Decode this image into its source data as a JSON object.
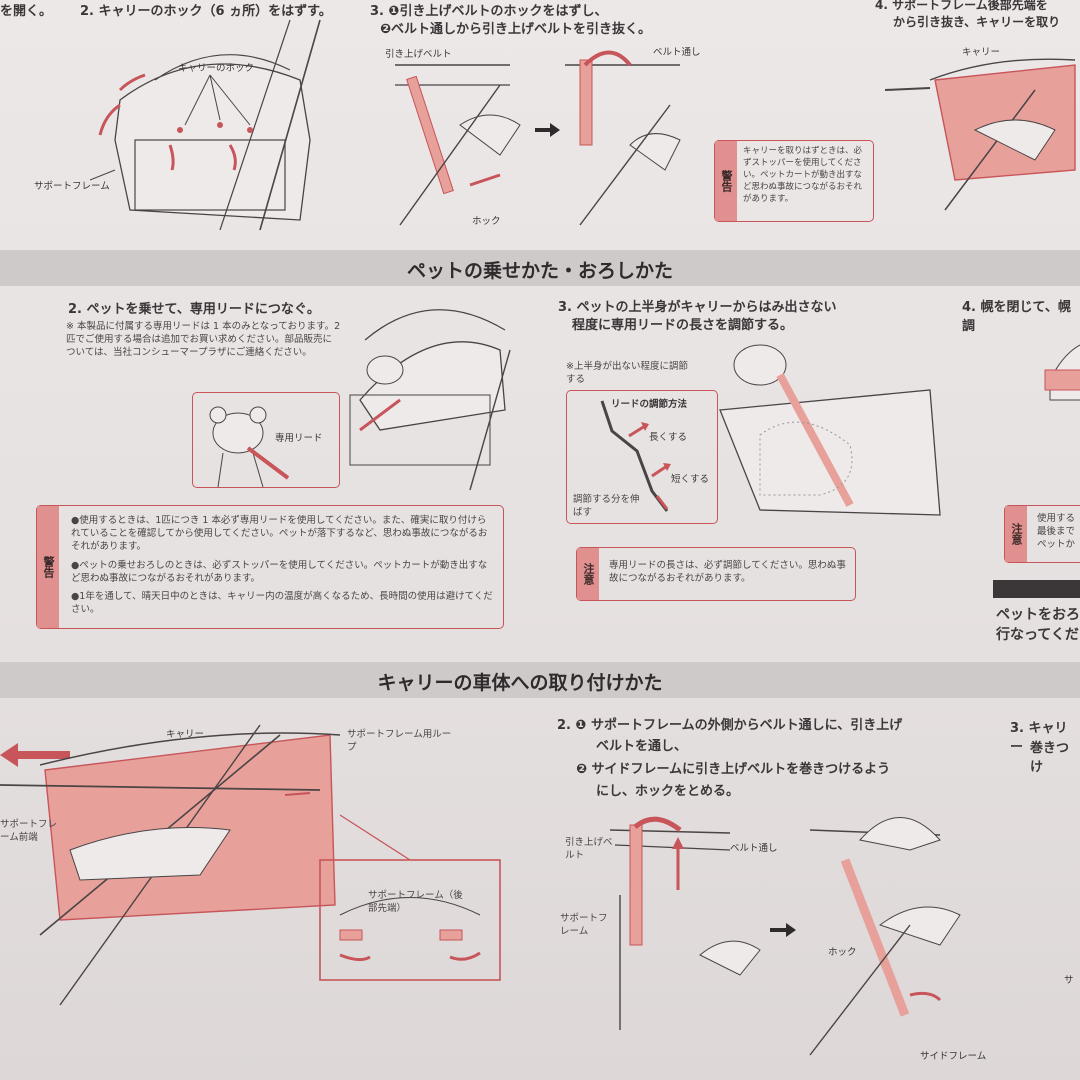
{
  "top": {
    "frag_left": "を開く。",
    "step2": "2. キャリーのホック（6 ヵ所）をはずす。",
    "step2_label_hooks": "キャリーのホック",
    "step2_label_frame": "サポートフレーム",
    "step3_line1": "3. ❶引き上げベルトのホックをはずし、",
    "step3_line2": "❷ベルト通しから引き上げベルトを引き抜く。",
    "step3_label_belt": "引き上げベルト",
    "step3_label_loop": "ベルト通し",
    "step3_label_hook": "ホック",
    "warning_tag": "警告",
    "warning_text": "キャリーを取りはずときは、必ずストッパーを使用してください。ペットカートが動き出すなど思わぬ事故につながるおそれがあります。",
    "step4_line1": "4. サポートフレーム後部先端を",
    "step4_line2": "から引き抜き、キャリーを取り",
    "step4_label_carrier": "キャリー"
  },
  "section1": {
    "title": "ペットの乗せかた・おろしかた",
    "step2": "2. ペットを乗せて、専用リードにつなぐ。",
    "note": "※ 本製品に付属する専用リードは 1 本のみとなっております。2匹でご使用する場合は追加でお買い求めください。部品販売については、当社コンシューマープラザにご連絡ください。",
    "label_lead": "専用リード",
    "warning_tag": "警告",
    "warnings": [
      "●使用するときは、1匹につき 1 本必ず専用リードを使用してください。また、確実に取り付けられていることを確認してから使用してください。ペットが落下するなど、思わぬ事故につながるおそれがあります。",
      "●ペットの乗せおろしのときは、必ずストッパーを使用してください。ペットカートが動き出すなど思わぬ事故につながるおそれがあります。",
      "●1年を通して、晴天日中のときは、キャリー内の温度が高くなるため、長時間の使用は避けてください。"
    ],
    "step3_line1": "3. ペットの上半身がキャリーからはみ出さない",
    "step3_line2": "程度に専用リードの長さを調節する。",
    "step3_note": "※上半身が出ない程度に調節する",
    "adjust_title": "リードの調節方法",
    "adjust_longer": "長くする",
    "adjust_shorter": "短くする",
    "adjust_stretch": "調節する分を伸ばす",
    "caution_tag": "注意",
    "caution_text": "専用リードの長さは、必ず調節してください。思わぬ事故につながるおそれがあります。",
    "step4": "4. 幌を閉じて、幌調",
    "right_caution_tag": "注意",
    "right_caution_text": "使用する 最後まで ペットか",
    "right_text_line1": "ペットをおろ",
    "right_text_line2": "行なってくだ"
  },
  "section2": {
    "title": "キャリーの車体への取り付けかた",
    "label_carrier": "キャリー",
    "label_loop": "サポートフレーム用ループ",
    "label_front": "サポートフレーム前端",
    "label_rear": "サポートフレーム（後部先端）",
    "step2_line1": "2. ❶ サポートフレームの外側からベルト通しに、引き上げ",
    "step2_line2": "ベルトを通し、",
    "step2_line3": "❷ サイドフレームに引き上げベルトを巻きつけるよう",
    "step2_line4": "にし、ホックをとめる。",
    "label_belt": "引き上げベルト",
    "label_belt_loop": "ベルト通し",
    "label_support": "サポートフレーム",
    "label_hook": "ホック",
    "label_side": "サイドフレーム",
    "step3_line1": "3. キャリー",
    "step3_line2": "巻きつけ",
    "frag_sa": "サ"
  },
  "colors": {
    "accent": "#c7555a",
    "fill": "#e7a09a",
    "band": "#cfcaca"
  }
}
